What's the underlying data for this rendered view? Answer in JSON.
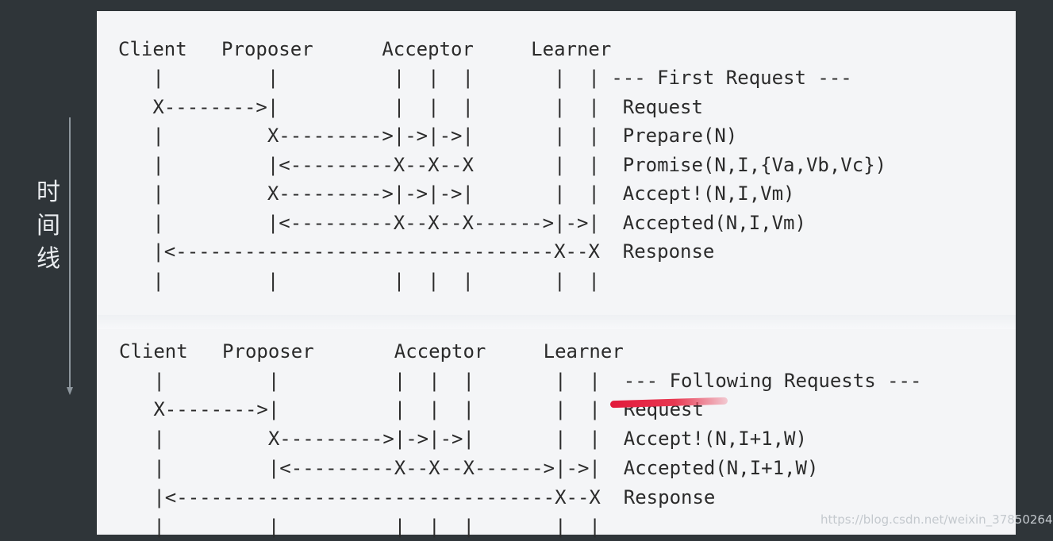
{
  "timeline_label": [
    "时",
    "间",
    "线"
  ],
  "diagram_top": {
    "lines": [
      "Client   Proposer      Acceptor     Learner",
      "   |         |          |  |  |       |  | --- First Request ---",
      "   X-------->|          |  |  |       |  |  Request",
      "   |         X--------->|->|->|       |  |  Prepare(N)",
      "   |         |<---------X--X--X       |  |  Promise(N,I,{Va,Vb,Vc})",
      "   |         X--------->|->|->|       |  |  Accept!(N,I,Vm)",
      "   |         |<---------X--X--X------>|->|  Accepted(N,I,Vm)",
      "   |<---------------------------------X--X  Response",
      "   |         |          |  |  |       |  |"
    ]
  },
  "diagram_bottom": {
    "lines": [
      "Client   Proposer       Acceptor     Learner",
      "   |         |          |  |  |       |  |  --- Following Requests ---",
      "   X-------->|          |  |  |       |  |  Request",
      "   |         X--------->|->|->|       |  |  Accept!(N,I+1,W)",
      "   |         |<---------X--X--X------>|->|  Accepted(N,I+1,W)",
      "   |<---------------------------------X--X  Response",
      "   |         |          |  |  |       |  |"
    ]
  },
  "watermark": "https://blog.csdn.net/weixin_37850264",
  "colors": {
    "background": "#2f3539",
    "slide": "#f4f5f7",
    "text": "#2b2b2b",
    "highlight": "#e1183a"
  }
}
